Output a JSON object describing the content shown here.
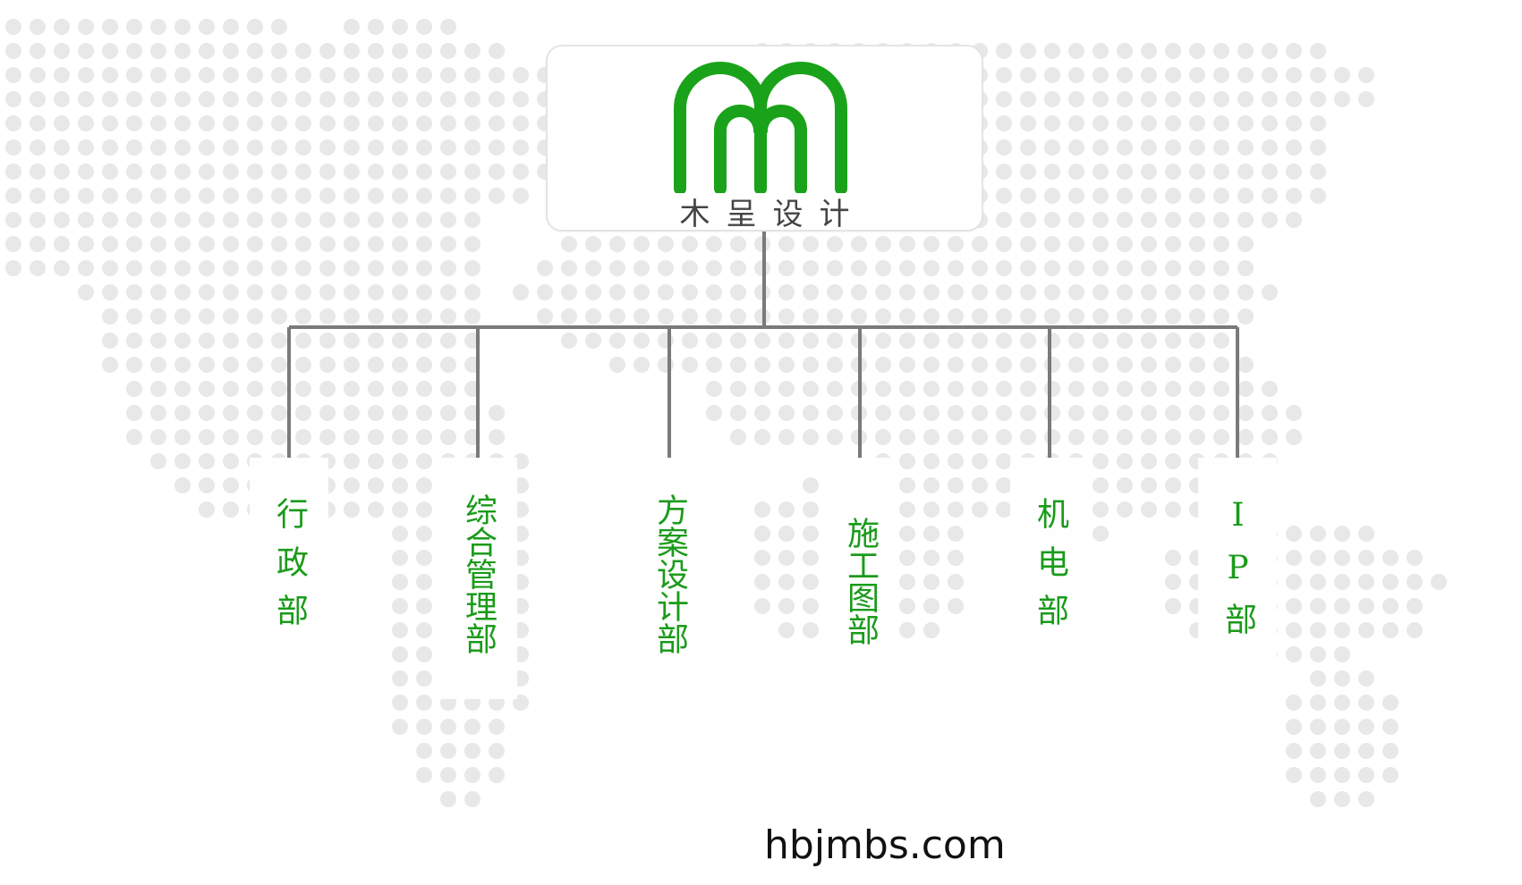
{
  "colors": {
    "background": "#ffffff",
    "map_dots": "#e8e8e8",
    "connector": "#7a7a7a",
    "brand_green": "#1a9b1a",
    "logo_green": "#1aa31a"
  },
  "logo": {
    "icon": "mm-logo-icon",
    "name": "木呈设计"
  },
  "departments": [
    {
      "label": "行政部"
    },
    {
      "label": "综合管理部"
    },
    {
      "label": "方案设计部"
    },
    {
      "label": "施工图部"
    },
    {
      "label": "机电部"
    },
    {
      "label": "IP部"
    }
  ],
  "website": "hbjmbs.com"
}
